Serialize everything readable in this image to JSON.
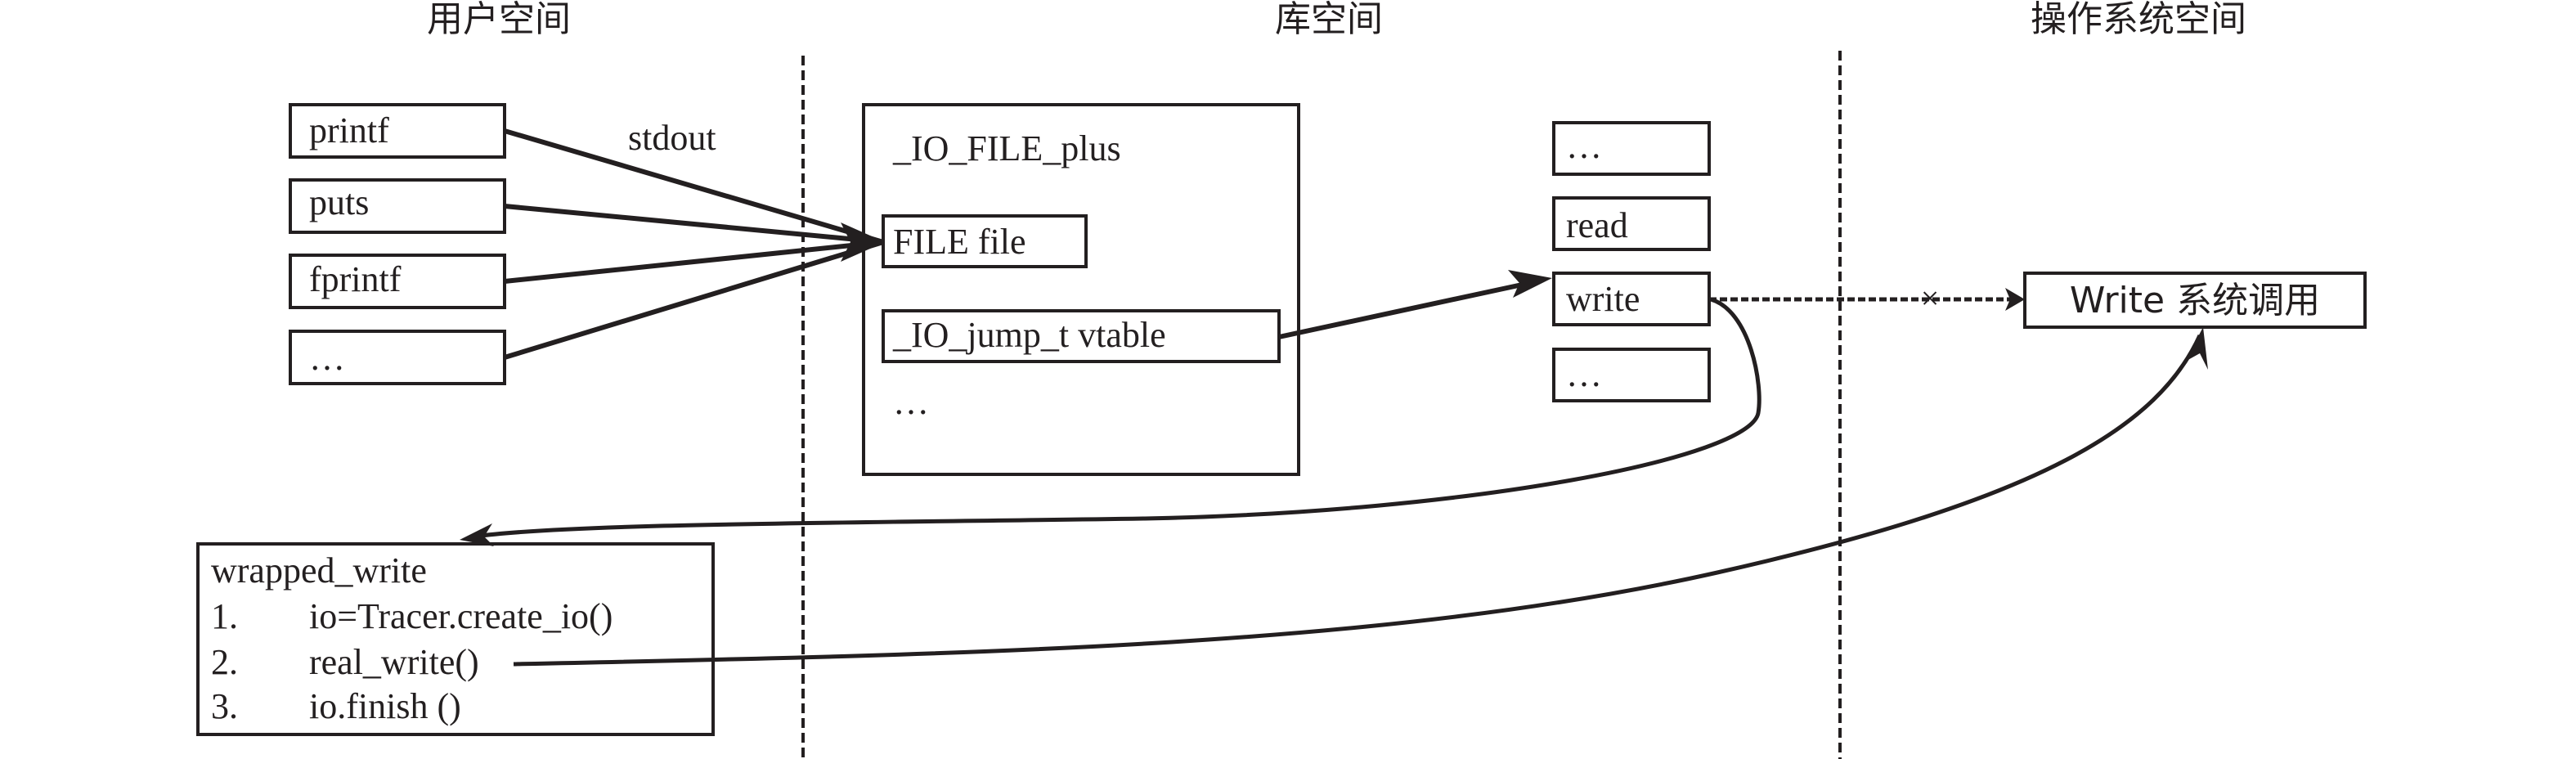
{
  "sections": {
    "user_space": "用户空间",
    "library_space": "库空间",
    "os_space": "操作系统空间"
  },
  "user_functions": [
    "printf",
    "puts",
    "fprintf",
    "…"
  ],
  "edge_label_stdout": "stdout",
  "io_file_plus": {
    "title": "_IO_FILE_plus",
    "file_field": "FILE file",
    "vtable_field": "_IO_jump_t vtable",
    "ellipsis": "…"
  },
  "vtable_entries": [
    "…",
    "read",
    "write",
    "…"
  ],
  "syscall_box": "Write 系统调用",
  "blocked_marker": "×",
  "wrapped_write": {
    "title": "wrapped_write",
    "steps": [
      {
        "num": "1.",
        "code": "io=Tracer.create_io()"
      },
      {
        "num": "2.",
        "code": "real_write()"
      },
      {
        "num": "3.",
        "code": "io.finish ()"
      }
    ]
  },
  "colors": {
    "ink": "#231f20",
    "background": "#ffffff"
  }
}
